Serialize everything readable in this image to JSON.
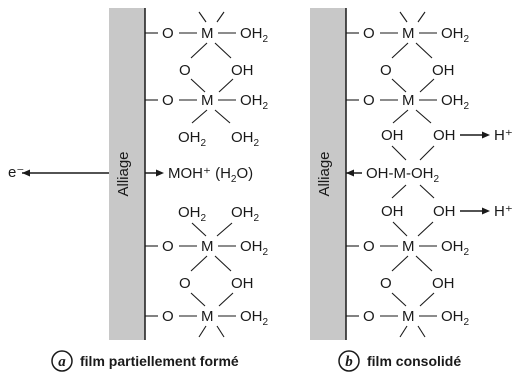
{
  "alloy_label": "Alliage",
  "electron_label": "e⁻",
  "proton_label_top": "H⁺",
  "proton_label_bottom": "H⁺",
  "labels": {
    "o": "O",
    "m": "M",
    "oh": "OH",
    "oh2_base": "OH",
    "oh2_sub": "2",
    "moh_main": "MOH⁺ (H",
    "moh_sub": "2",
    "moh_end": "O)",
    "center_b_main": "OH-M-OH",
    "center_b_sub": "2"
  },
  "caption_a": {
    "letter": "a",
    "text": "film partiellement formé"
  },
  "caption_b": {
    "letter": "b",
    "text": "film consolidé"
  }
}
